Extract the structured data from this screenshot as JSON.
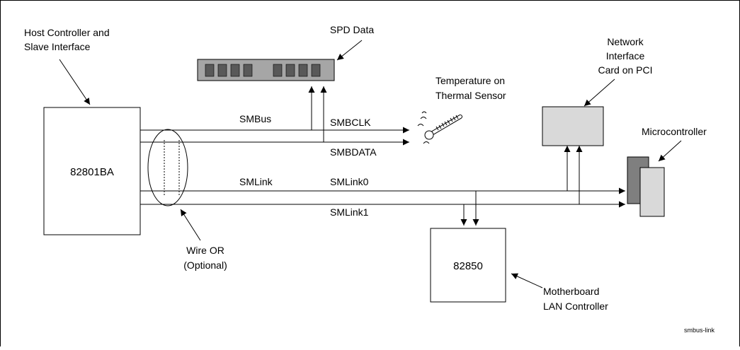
{
  "figure_id": "smbus-link",
  "chips": {
    "host": "82801BA",
    "lan": "82850"
  },
  "callouts": {
    "host_line1": "Host Controller and",
    "host_line2": "Slave Interface",
    "spd": "SPD Data",
    "temp_line1": "Temperature on",
    "temp_line2": "Thermal Sensor",
    "nic_line1": "Network",
    "nic_line2": "Interface",
    "nic_line3": "Card on PCI",
    "micro": "Microcontroller",
    "wire_line1": "Wire OR",
    "wire_line2": "(Optional)",
    "lanctl_line1": "Motherboard",
    "lanctl_line2": "LAN Controller"
  },
  "buses": {
    "smbus": "SMBus",
    "smbclk": "SMBCLK",
    "smbdata": "SMBDATA",
    "smlink": "SMLink",
    "smlink0": "SMLink0",
    "smlink1": "SMLink1"
  },
  "colors": {
    "line": "#000000",
    "spd_module": "#a6a6a6",
    "spd_chip": "#595959",
    "nic_card": "#d9d9d9",
    "micro_back": "#7f7f7f",
    "micro_front": "#d9d9d9"
  }
}
